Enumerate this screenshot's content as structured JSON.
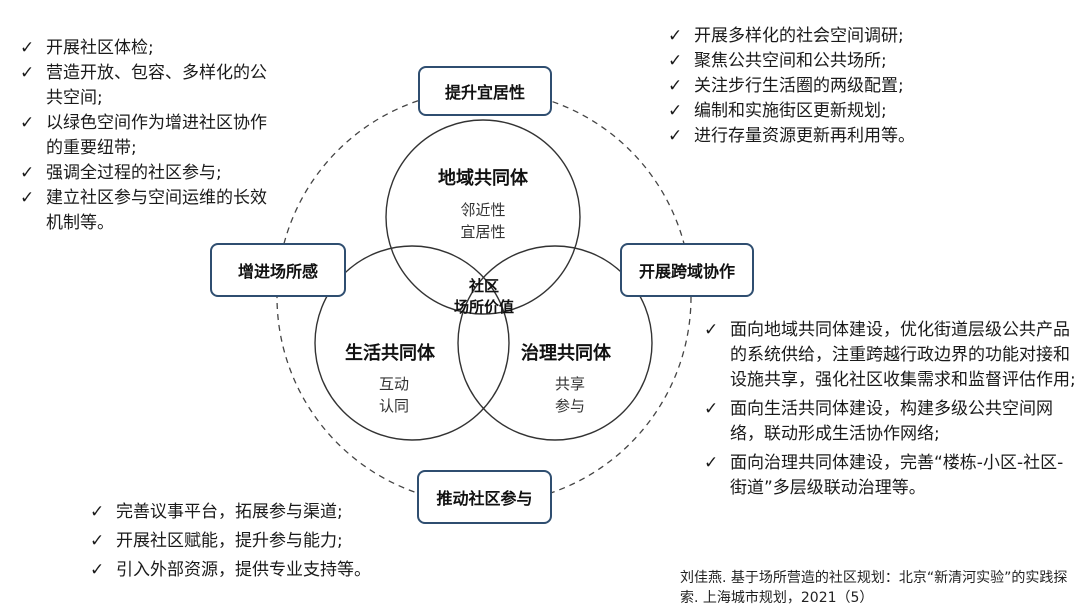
{
  "top_left_list": [
    "开展社区体检;",
    "营造开放、包容、多样化的公共空间;",
    "以绿色空间作为增进社区协作的重要纽带;",
    "强调全过程的社区参与;",
    "建立社区参与空间运维的长效机制等。"
  ],
  "top_right_list": [
    "开展多样化的社会空间调研;",
    "聚焦公共空间和公共场所;",
    "关注步行生活圈的两级配置;",
    "编制和实施街区更新规划;",
    "进行存量资源更新再利用等。"
  ],
  "right_middle_list": [
    "面向地域共同体建设，优化街道层级公共产品的系统供给，注重跨越行政边界的功能对接和设施共享，强化社区收集需求和监督评估作用;",
    "面向生活共同体建设，构建多级公共空间网络，联动形成生活协作网络;",
    "面向治理共同体建设，完善“楼栋-小区-社区-街道”多层级联动治理等。"
  ],
  "bottom_left_list": [
    "完善议事平台，拓展参与渠道;",
    "开展社区赋能，提升参与能力;",
    "引入外部资源，提供专业支持等。"
  ],
  "boxes": {
    "top": "提升宜居性",
    "left": "增进场所感",
    "right": "开展跨域协作",
    "bottom": "推动社区参与"
  },
  "circles": {
    "top": {
      "title": "地域共同体",
      "sub1": "邻近性",
      "sub2": "宜居性"
    },
    "left": {
      "title": "生活共同体",
      "sub1": "互动",
      "sub2": "认同"
    },
    "right": {
      "title": "治理共同体",
      "sub1": "共享",
      "sub2": "参与"
    }
  },
  "center": {
    "line1": "社区",
    "line2": "场所价值"
  },
  "citation": "刘佳燕. 基于场所营造的社区规划：北京“新清河实验”的实践探索. 上海城市规划，2021（5）",
  "check_mark": "✓",
  "colors": {
    "box_border": "#2f4e70",
    "circle_stroke": "#333333"
  }
}
